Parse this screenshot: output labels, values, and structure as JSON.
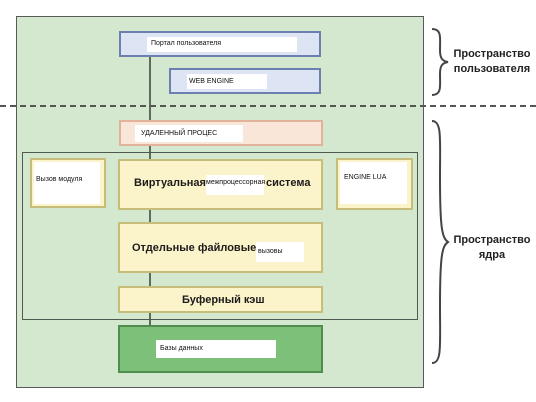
{
  "diagram": {
    "user_portal": "Портал пользователя",
    "web_engine": "WEB ENGINE",
    "remote_process": "УДАЛЕННЫЙ ПРОЦЕС",
    "module_call": "Вызов модуля",
    "virtual_left": "Виртуальная",
    "virtual_middle": "межпроцессорная",
    "virtual_right": "система",
    "engine_lua": "ENGINE LUA",
    "fs_main": "Отдельные файловые",
    "fs_small": "вызовы",
    "buffer_cache": "Буферный кэш",
    "databases": "Базы данных",
    "user_space_line1": "Пространство",
    "user_space_line2": "пользователя",
    "kernel_space_line1": "Пространство",
    "kernel_space_line2": "ядра"
  }
}
